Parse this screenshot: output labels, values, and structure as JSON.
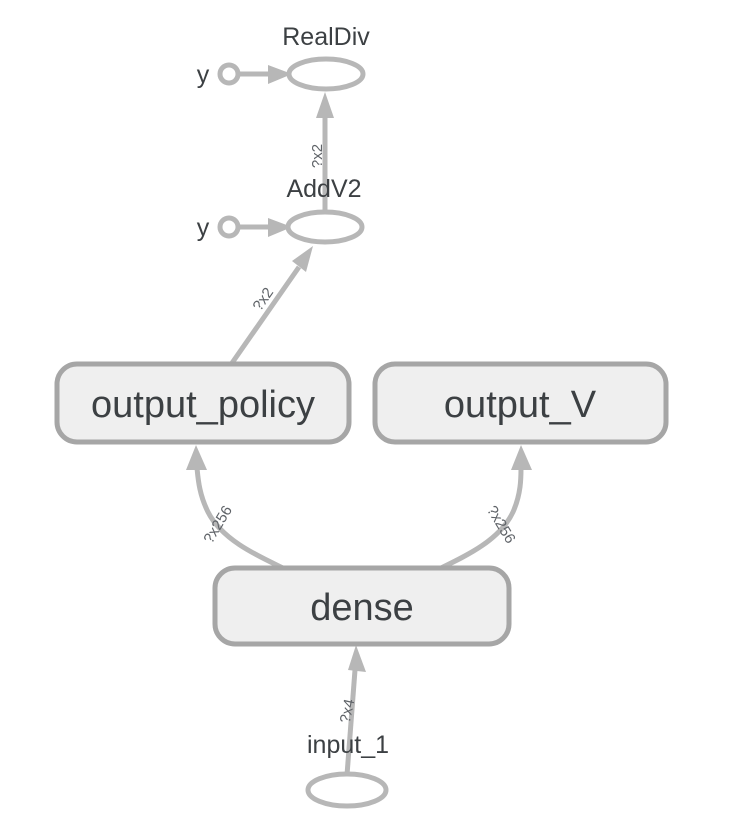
{
  "graph": {
    "background_color": "#ffffff",
    "edge_color": "#b7b7b7",
    "box_fill_color": "#efefef",
    "box_stroke_color": "#a6a6a6",
    "text_color": "#3c4043",
    "edge_label_color": "#5f6368",
    "nodes": {
      "realdiv": {
        "label": "RealDiv",
        "shape": "ellipse"
      },
      "addv2": {
        "label": "AddV2",
        "shape": "ellipse"
      },
      "output_policy": {
        "label": "output_policy",
        "shape": "rounded-rect"
      },
      "output_v": {
        "label": "output_V",
        "shape": "rounded-rect"
      },
      "dense": {
        "label": "dense",
        "shape": "rounded-rect"
      },
      "input_1": {
        "label": "input_1",
        "shape": "ellipse"
      },
      "const_y_realdiv": {
        "label": "y",
        "shape": "small-circle"
      },
      "const_y_addv2": {
        "label": "y",
        "shape": "small-circle"
      }
    },
    "edges": {
      "addv2_to_realdiv": {
        "label": "?x2"
      },
      "output_policy_to_addv2": {
        "label": "?x2"
      },
      "dense_to_output_policy": {
        "label": "?x256"
      },
      "dense_to_output_v": {
        "label": "?x256"
      },
      "input_1_to_dense": {
        "label": "?x4"
      },
      "const_y_to_realdiv": {
        "label": ""
      },
      "const_y_to_addv2": {
        "label": ""
      }
    }
  }
}
